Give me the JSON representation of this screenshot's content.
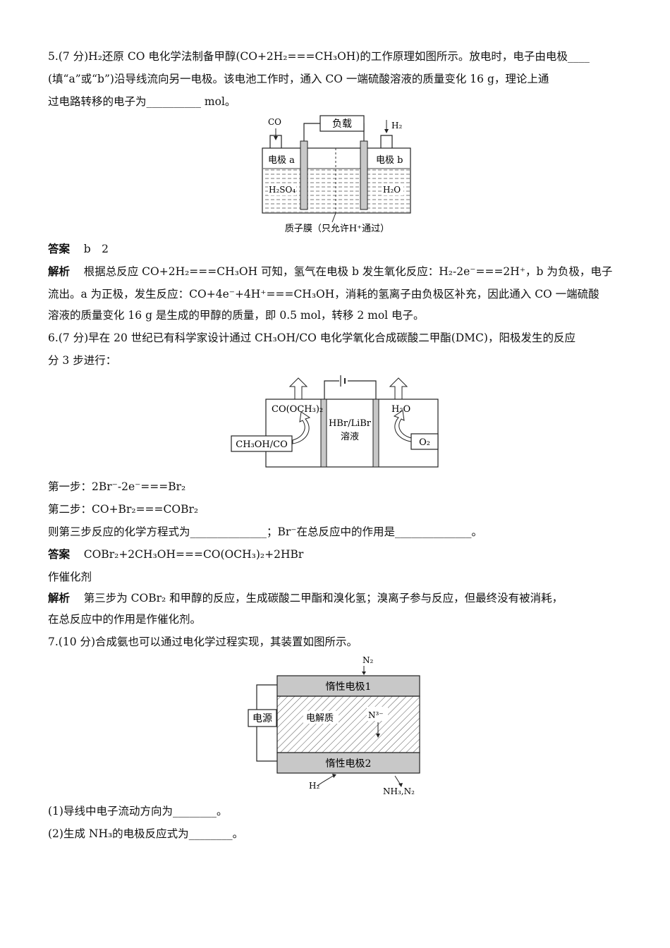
{
  "q5": {
    "line1": "5.(7 分)H₂还原 CO 电化学法制备甲醇(CO+2H₂===CH₃OH)的工作原理如图所示。放电时，电子由电极____",
    "line2": "(填“a”或“b”)沿导线流向另一电极。该电池工作时，通入 CO 一端硫酸溶液的质量变化 16 g，理论上通",
    "line3": "过电路转移的电子为__________  mol。",
    "fig": {
      "co": "CO",
      "load": "负载",
      "h2": "H₂",
      "electrode_a": "电极 a",
      "electrode_b": "电极 b",
      "h2so4": "H₂SO₄",
      "h2o": "H₂O",
      "membrane": "质子膜（只允许H⁺通过）"
    },
    "answer_label": "答案",
    "answer": "b　2",
    "analysis_label": "解析",
    "analysis1": "根据总反应 CO+2H₂===CH₃OH 可知，氢气在电极 b 发生氧化反应：H₂-2e⁻===2H⁺，b 为负极，电子",
    "analysis2": "流出。a 为正极，发生反应：CO+4e⁻+4H⁺===CH₃OH，消耗的氢离子由负极区补充，因此通入 CO 一端硫酸",
    "analysis3": "溶液的质量变化 16 g 是生成的甲醇的质量，即 0.5 mol，转移 2 mol 电子。"
  },
  "q6": {
    "line1": "6.(7 分)早在 20 世纪已有科学家设计通过 CH₃OH/CO 电化学氧化合成碳酸二甲酯(DMC)，阳极发生的反应",
    "line2": "分 3 步进行：",
    "fig": {
      "product_left": "CO(OCH₃)₂",
      "input_left": "CH₃OH/CO",
      "middle_1": "HBr/LiBr",
      "middle_2": "溶液",
      "product_right": "H₂O",
      "input_right": "O₂"
    },
    "step1": "第一步：2Br⁻-2e⁻===Br₂",
    "step2": "第二步：CO+Br₂===COBr₂",
    "question": "则第三步反应的化学方程式为______________；Br⁻在总反应中的作用是______________。",
    "answer_label": "答案",
    "answer1": "COBr₂+2CH₃OH===CO(OCH₃)₂+2HBr",
    "answer2": "作催化剂",
    "analysis_label": "解析",
    "analysis1": "第三步为 COBr₂ 和甲醇的反应，生成碳酸二甲酯和溴化氢；溴离子参与反应，但最终没有被消耗，",
    "analysis2": "在总反应中的作用是作催化剂。"
  },
  "q7": {
    "line1": "7.(10 分)合成氨也可以通过电化学过程实现，其装置如图所示。",
    "fig": {
      "n2": "N₂",
      "electrode1": "惰性电极1",
      "power": "电源",
      "electrolyte": "电解质",
      "n3": "N³⁻",
      "electrode2": "惰性电极2",
      "h2": "H₂",
      "products": "NH₃,N₂"
    },
    "sub1": "(1)导线中电子流动方向为________。",
    "sub2": "(2)生成 NH₃的电极反应式为________。"
  }
}
